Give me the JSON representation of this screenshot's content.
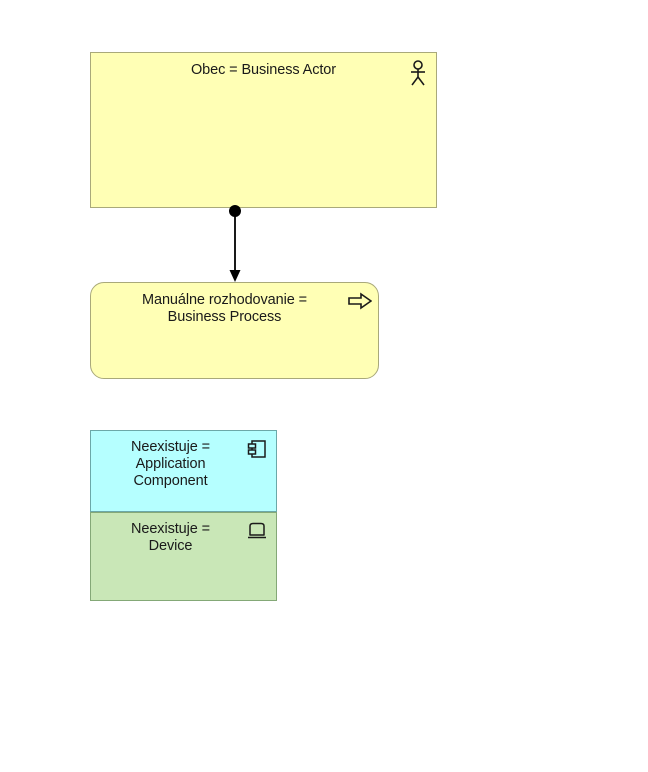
{
  "diagram": {
    "type": "archimate-diagram",
    "background_color": "#ffffff",
    "nodes": [
      {
        "id": "business-actor",
        "label": "Obec = Business Actor",
        "name_part": "Obec",
        "type_part": "Business Actor",
        "separator": "=",
        "icon": "business-actor-icon",
        "fill_color": "#ffffb5",
        "border_color": "#a9a97a",
        "shape": "rectangle",
        "layer": "business"
      },
      {
        "id": "business-process",
        "label": "Manuálne rozhodovanie  =\nBusiness Process",
        "name_part": "Manuálne rozhodovanie",
        "type_part": "Business Process",
        "separator": "=",
        "icon": "business-process-arrow-icon",
        "fill_color": "#ffffb5",
        "border_color": "#a9a97a",
        "shape": "rounded-rectangle",
        "layer": "business"
      },
      {
        "id": "application-component",
        "label": "Neexistuje =\nApplication\nComponent",
        "name_part": "Neexistuje",
        "type_part": "Application Component",
        "separator": "=",
        "icon": "application-component-icon",
        "fill_color": "#b5ffff",
        "border_color": "#6ba8a8",
        "shape": "rectangle",
        "layer": "application"
      },
      {
        "id": "device",
        "label": "Neexistuje =\nDevice",
        "name_part": "Neexistuje",
        "type_part": "Device",
        "separator": "=",
        "icon": "device-icon",
        "fill_color": "#c9e7b7",
        "border_color": "#84a877",
        "shape": "rectangle",
        "layer": "technology"
      }
    ],
    "connectors": [
      {
        "id": "assignment-1",
        "type": "assignment",
        "source": "business-actor",
        "target": "business-process",
        "source_marker": "filled-ball",
        "target_marker": "filled-arrowhead",
        "line_color": "#000000",
        "label": ""
      }
    ]
  }
}
